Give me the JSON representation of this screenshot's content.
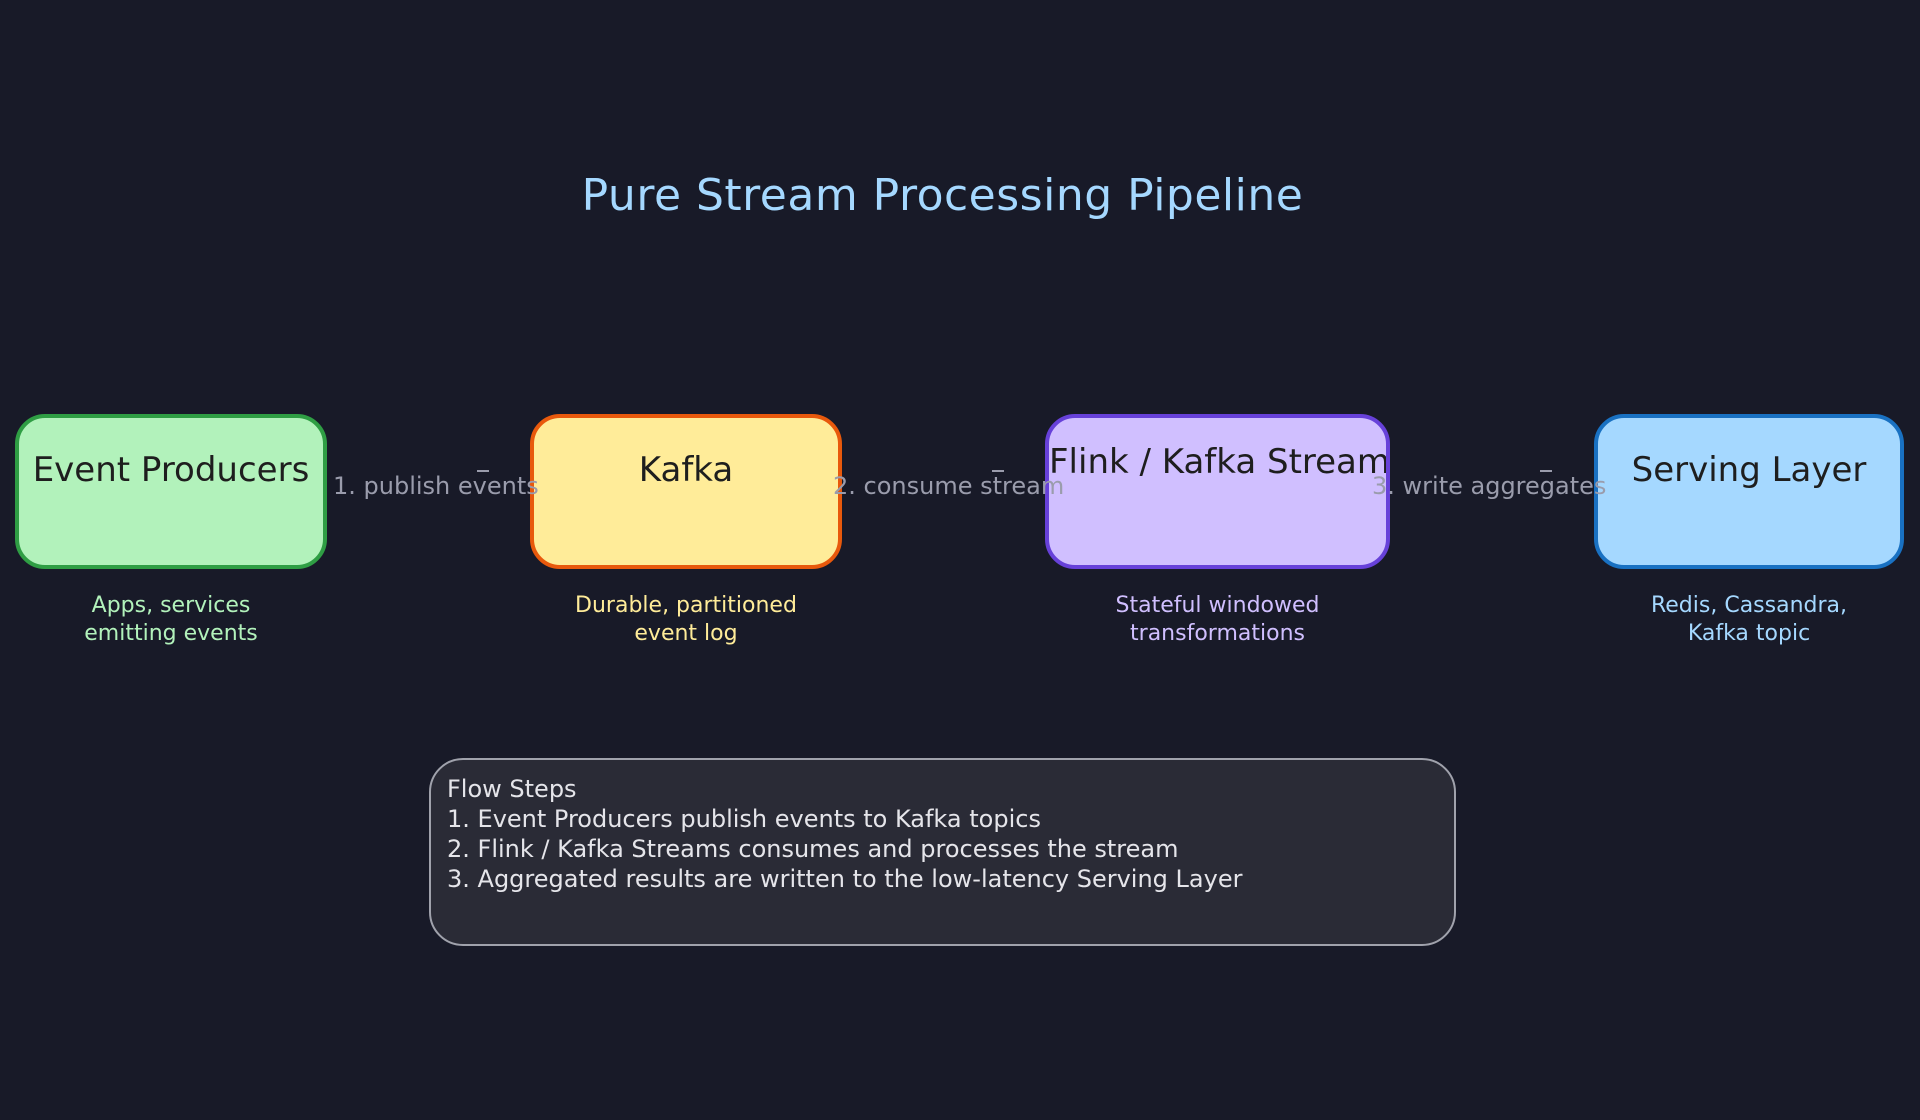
{
  "title": "Pure Stream Processing Pipeline",
  "nodes": [
    {
      "label": "Event Producers",
      "description": "Apps, services\nemitting events",
      "fill": "#b2f2bb",
      "stroke": "#2f9e44"
    },
    {
      "label": "Kafka",
      "description": "Durable, partitioned\nevent log",
      "fill": "#ffec99",
      "stroke": "#e8590c"
    },
    {
      "label": "Flink / Kafka Streams",
      "description": "Stateful windowed\ntransformations",
      "fill": "#d0bfff",
      "stroke": "#6741d9"
    },
    {
      "label": "Serving Layer",
      "description": "Redis, Cassandra,\nKafka topic",
      "fill": "#a5d8ff",
      "stroke": "#1971c2"
    }
  ],
  "edges": [
    {
      "label": "1. publish events"
    },
    {
      "label": "2. consume stream"
    },
    {
      "label": "3. write aggregates"
    }
  ],
  "flow_steps": {
    "heading": "Flow Steps",
    "items": [
      "1. Event Producers publish events to Kafka topics",
      "2. Flink / Kafka Streams consumes and processes the stream",
      "3. Aggregated results are written to the low-latency Serving Layer"
    ]
  },
  "colors": {
    "background": "#181a28",
    "title": "#a5d8ff",
    "edge_label": "#9a9cac"
  }
}
